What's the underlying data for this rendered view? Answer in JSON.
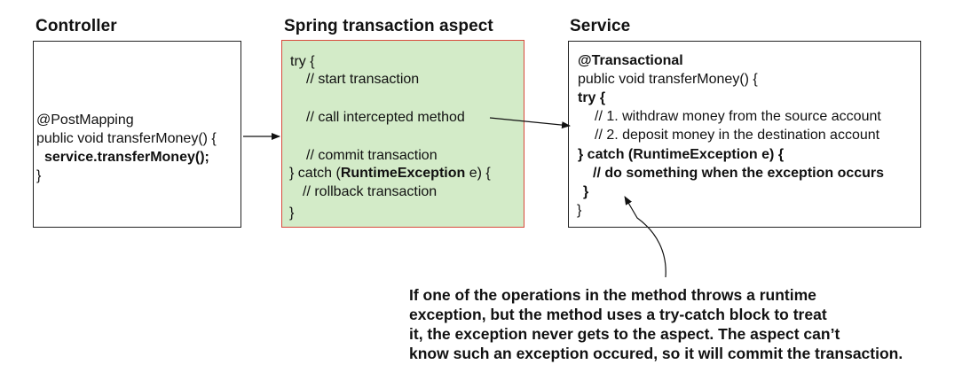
{
  "controller": {
    "title": "Controller",
    "code": {
      "annotation": "@PostMapping",
      "signature": "public void transferMoney() {",
      "call": "service.transferMoney();",
      "close": "}"
    }
  },
  "aspect": {
    "title": "Spring transaction aspect",
    "code": {
      "try_open": "try {",
      "start_comment": "// start transaction",
      "call_comment": "// call intercepted method",
      "commit_comment": "// commit transaction",
      "catch_prefix": "} catch (",
      "catch_exception": "RuntimeException",
      "catch_suffix": " e) {",
      "rollback_comment": "// rollback transaction",
      "close": "}"
    }
  },
  "service": {
    "title": "Service",
    "code": {
      "annotation": "@Transactional",
      "signature": "public void transferMoney() {",
      "try_open": "try {",
      "step1": "// 1. withdraw money from the source account",
      "step2": "// 2. deposit money in the destination account",
      "catch_line": "} catch (RuntimeException e) {",
      "handle_comment": "// do something when the exception occurs",
      "inner_close": "}",
      "close": "}"
    }
  },
  "note": {
    "lines": [
      "If one of the operations in the method throws a runtime",
      "exception, but the method uses a try-catch block to treat",
      "it, the exception never gets to the aspect. The aspect can’t",
      "know such an exception occured, so it will commit the transaction."
    ]
  },
  "colors": {
    "aspect_fill": "#d3ebc8",
    "aspect_border": "#d84a3c",
    "box_border": "#222222"
  }
}
